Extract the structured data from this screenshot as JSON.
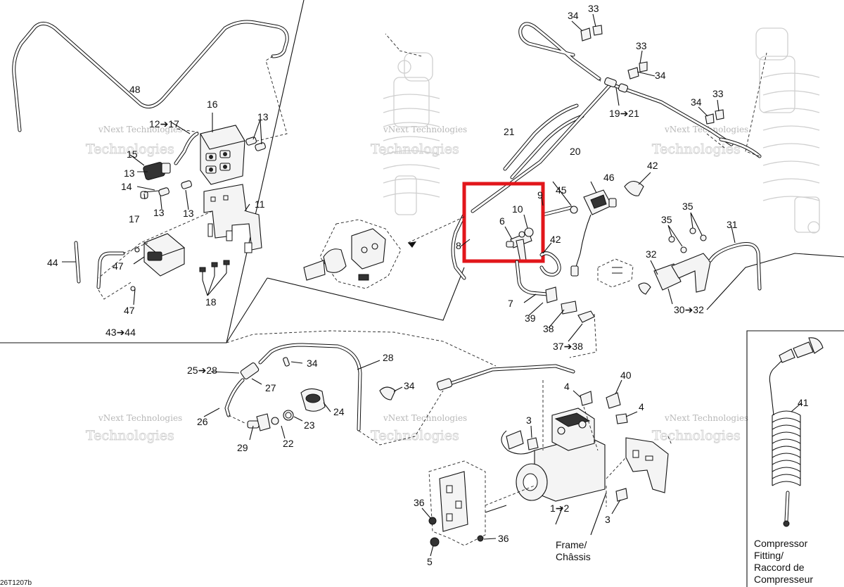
{
  "labels": {
    "p1to2": "1➔2",
    "p3a": "3",
    "p3b": "3",
    "p4a": "4",
    "p4b": "4",
    "p5": "5",
    "p6": "6",
    "p7": "7",
    "p8": "8",
    "p9": "9",
    "p10": "10",
    "p11": "11",
    "p12to17": "12➔17",
    "p13a": "13",
    "p13b": "13",
    "p13c": "13",
    "p13d": "13",
    "p14": "14",
    "p15": "15",
    "p16": "16",
    "p17": "17",
    "p18": "18",
    "p19to21": "19➔21",
    "p20": "20",
    "p21": "21",
    "p22": "22",
    "p23": "23",
    "p24": "24",
    "p25to28": "25➔28",
    "p26": "26",
    "p27": "27",
    "p28": "28",
    "p29": "29",
    "p30to32": "30➔32",
    "p31": "31",
    "p32": "32",
    "p33a": "33",
    "p33b": "33",
    "p33c": "33",
    "p34a": "34",
    "p34b": "34",
    "p34c": "34",
    "p34d": "34",
    "p34e": "34",
    "p35a": "35",
    "p35b": "35",
    "p36a": "36",
    "p36b": "36",
    "p37to38": "37➔38",
    "p38": "38",
    "p39": "39",
    "p40": "40",
    "p41": "41",
    "p42a": "42",
    "p42b": "42",
    "p43to44": "43➔44",
    "p44": "44",
    "p45": "45",
    "p46": "46",
    "p47a": "47",
    "p47b": "47",
    "p48": "48"
  },
  "notes": {
    "frame": [
      "Frame/",
      "Châssis"
    ],
    "compressor": [
      "Compressor",
      "Fitting/",
      "Raccord de",
      "Compresseur"
    ],
    "ref_code": "26T1207b"
  },
  "watermark": {
    "line1": "vNext Technologies",
    "line2": "Technologies"
  },
  "highlight": {
    "color": "#e2161b",
    "contains": [
      "6",
      "10"
    ]
  },
  "colors": {
    "ink": "#111111",
    "highlight": "#e2161b",
    "watermark": "#b8b8b8"
  }
}
